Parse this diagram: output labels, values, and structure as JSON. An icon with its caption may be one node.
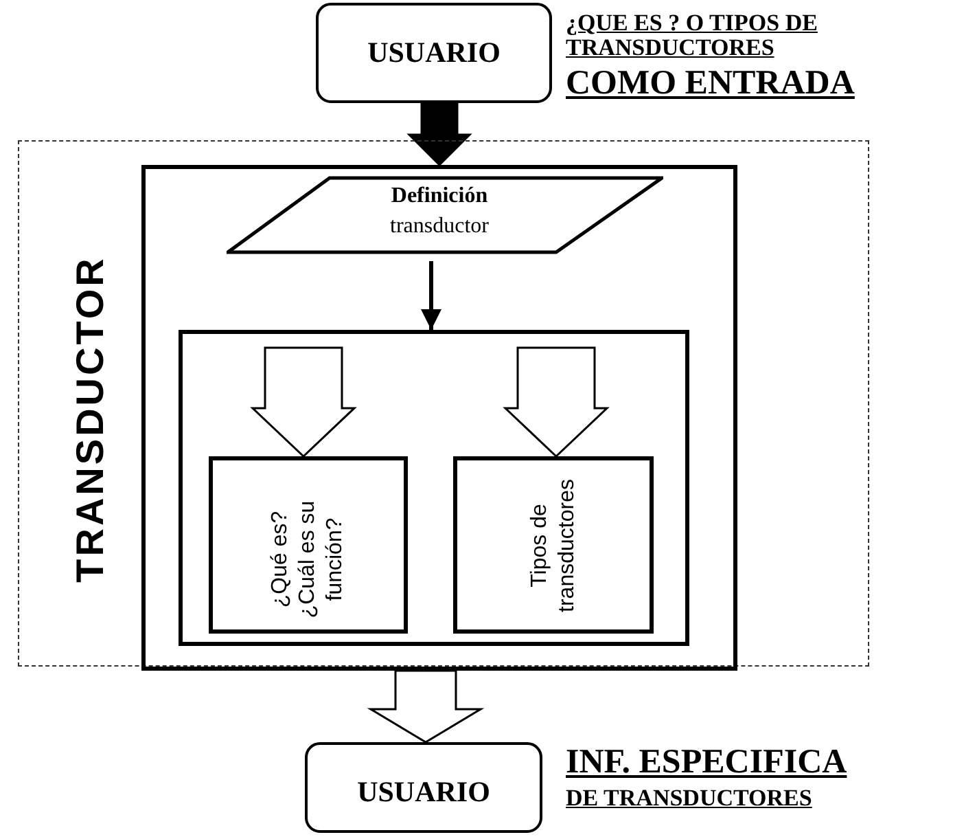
{
  "diagram": {
    "nodes": [
      {
        "text": [
          "USUARIO"
        ],
        "beside": [
          "¿QUE ES ? O TIPOS DE TRANSDUCTORES",
          "COMO ENTRADA"
        ]
      },
      {
        "text": [
          "TRANSDUCTOR"
        ]
      },
      {
        "text": [],
        "shape": "box",
        "in": 1
      },
      {
        "text": [
          "Definición",
          "transductor"
        ],
        "in": 2
      },
      {
        "text": [],
        "shape": "box",
        "in": 2
      },
      {
        "text": [
          "¿Qué es? ¿Cuál es su función?"
        ],
        "in": 4
      },
      {
        "text": [
          "Tipos de transductores"
        ],
        "in": 4
      },
      {
        "text": [
          "USUARIO"
        ],
        "beside": [
          "INF. ESPECIFICA",
          "DE TRANSDUCTORES"
        ]
      }
    ],
    "edges": [
      {
        "from": 0,
        "to": 2,
        "arrow": "to",
        "style": "thick"
      },
      {
        "from": 3,
        "to": 4,
        "arrow": "to"
      },
      {
        "from": null,
        "to": 5,
        "arrow": "to",
        "style": "thick",
        "color": "#ffffff"
      },
      {
        "from": null,
        "to": 6,
        "arrow": "to",
        "style": "thick",
        "color": "#ffffff"
      },
      {
        "from": 2,
        "to": 7,
        "arrow": "to",
        "style": "thick",
        "color": "#ffffff"
      }
    ]
  }
}
